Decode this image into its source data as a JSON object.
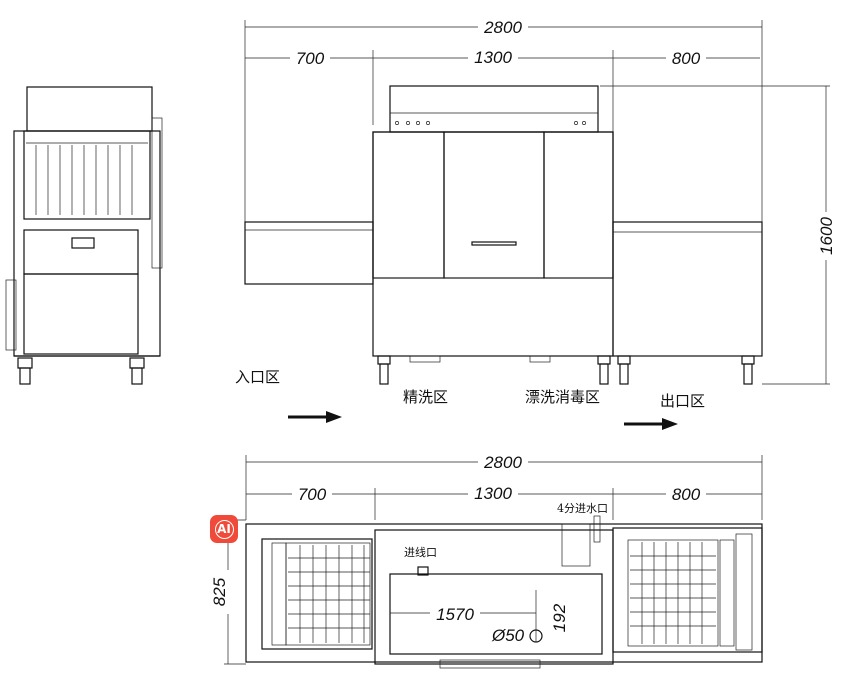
{
  "dimensions": {
    "total_length_front": "2800",
    "entry_length_front": "700",
    "main_length_front": "1300",
    "exit_length_front": "800",
    "height": "1600",
    "total_length_plan": "2800",
    "entry_length_plan": "700",
    "main_length_plan": "1300",
    "exit_length_plan": "800",
    "depth": "825",
    "inlet_offset_x": "1570",
    "inlet_offset_y": "192",
    "drain_diameter": "Ø50"
  },
  "zones": {
    "entry": "入口区",
    "wash": "精洗区",
    "rinse_sanitize": "漂洗消毒区",
    "exit": "出口区"
  },
  "plan_labels": {
    "cable_inlet": "进线口",
    "water_inlet": "4分进水口"
  },
  "badge": {
    "text": "AI",
    "color": "#f04a3a"
  }
}
